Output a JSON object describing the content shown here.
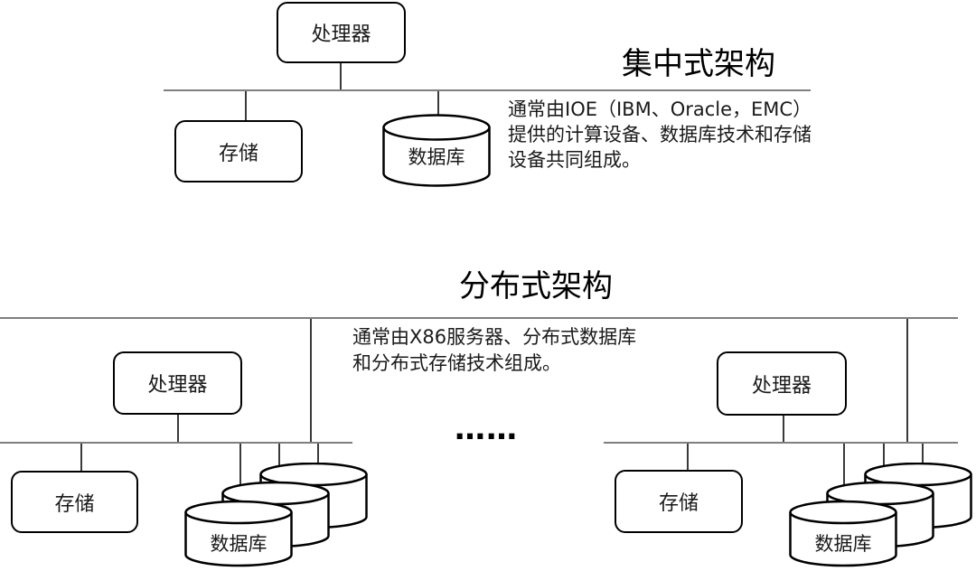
{
  "colors": {
    "background": "#ffffff",
    "shape_border": "#000000",
    "bus_line": "#7f7f7f",
    "connector_line": "#3a3a3a",
    "text": "#1a1a1a"
  },
  "centralized": {
    "title": "集中式架构",
    "description_lines": [
      "通常由IOE（IBM、Oracle，EMC）",
      "提供的计算设备、数据库技术和存储",
      "设备共同组成。"
    ],
    "nodes": {
      "processor": "处理器",
      "storage": "存储",
      "database": "数据库"
    }
  },
  "distributed": {
    "title": "分布式架构",
    "description_lines": [
      "通常由X86服务器、分布式数据库",
      "和分布式存储技术组成。"
    ],
    "ellipsis": "……",
    "left_cluster": {
      "processor": "处理器",
      "storage": "存储",
      "database": "数据库"
    },
    "right_cluster": {
      "processor": "处理器",
      "storage": "存储",
      "database": "数据库"
    }
  }
}
